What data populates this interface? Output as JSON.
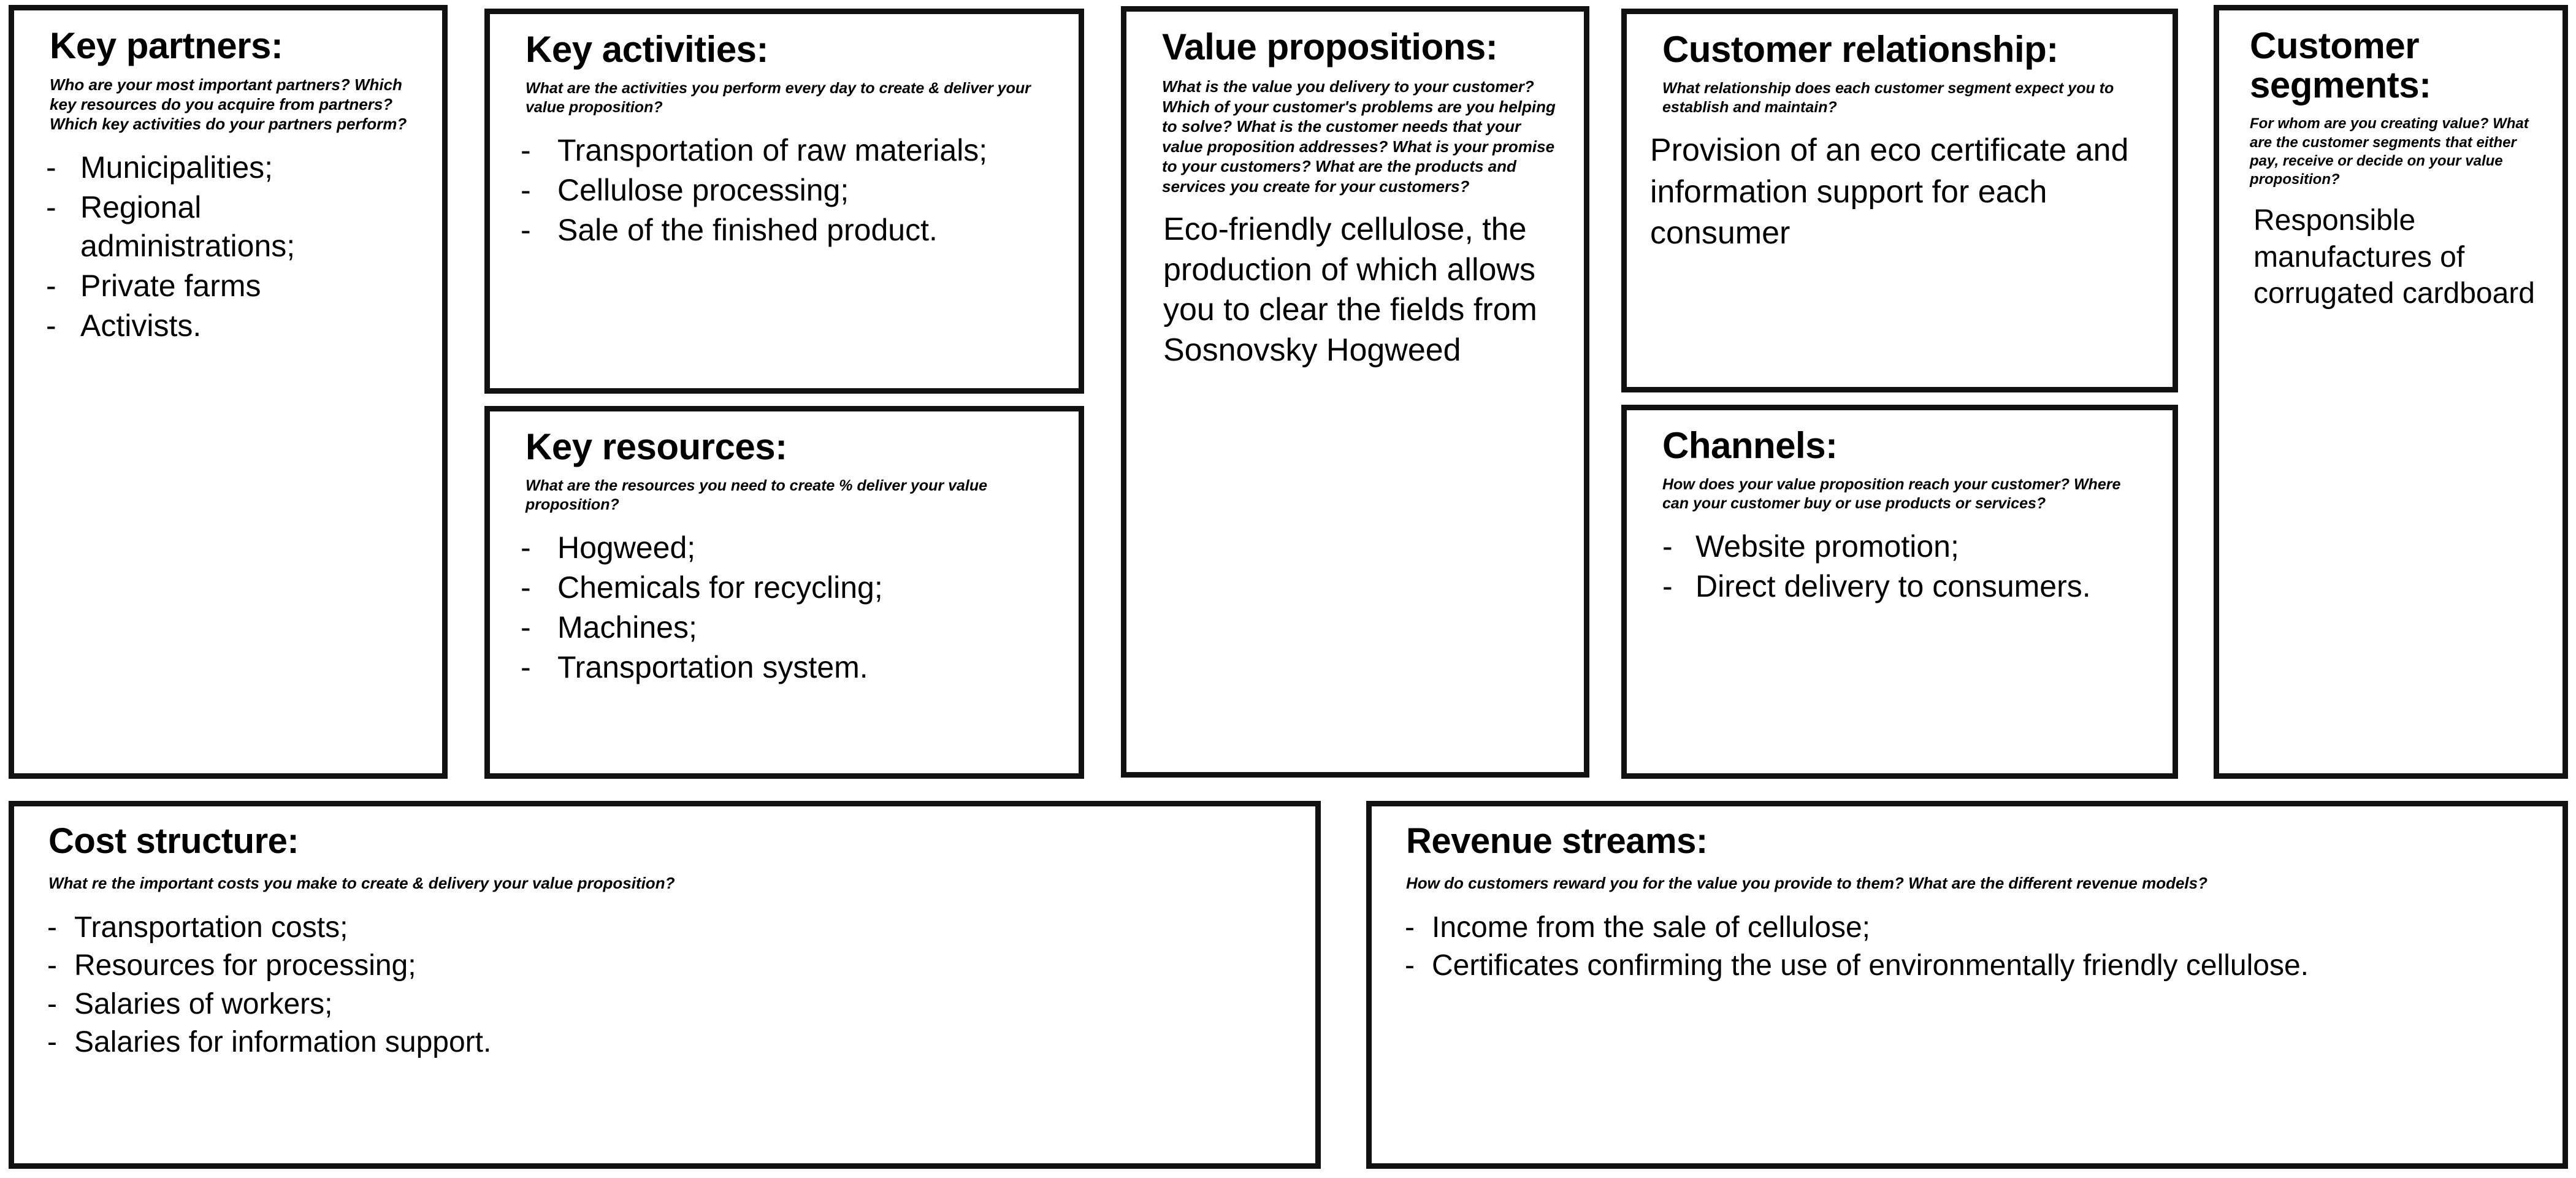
{
  "canvas": {
    "type": "business-model-canvas",
    "border_color": "#111111",
    "background_color": "#ffffff",
    "text_color": "#000000"
  },
  "blocks": {
    "key_partners": {
      "title": "Key partners:",
      "prompt": "Who are your most important partners? Which key resources do you acquire from partners? Which key activities do your partners perform?",
      "bullet_marker": "-",
      "items": [
        "Municipalities;",
        "Regional administrations;",
        "Private farms",
        "Activists."
      ]
    },
    "key_activities": {
      "title": "Key activities:",
      "prompt": "What are the activities you perform every day to create & deliver your value proposition?",
      "bullet_marker": "-",
      "items": [
        "Transportation of raw materials;",
        "Cellulose processing;",
        "Sale of the finished product."
      ]
    },
    "key_resources": {
      "title": "Key resources:",
      "prompt": "What are the resources you need to create % deliver your value proposition?",
      "bullet_marker": "-",
      "items": [
        "Hogweed;",
        "Chemicals for recycling;",
        "Machines;",
        "Transportation system."
      ]
    },
    "value_propositions": {
      "title": "Value propositions:",
      "prompt": "What is the value you delivery to your customer? Which of your customer's problems are you helping to solve? What is the customer needs that your value proposition addresses? What is your promise to your customers? What are the products and services you create for your customers?",
      "body": "Eco-friendly cellulose, the production of which allows you to clear the fields from Sosnovsky Hogweed"
    },
    "customer_relationship": {
      "title": "Customer relationship:",
      "prompt": "What relationship does each customer segment expect you to establish and maintain?",
      "body": "Provision of an eco certificate and information support for each consumer"
    },
    "channels": {
      "title": "Channels:",
      "prompt": "How does your value proposition reach your customer? Where can your customer buy or use products or services?",
      "bullet_marker": "-",
      "items": [
        "Website promotion;",
        "Direct delivery to consumers."
      ]
    },
    "customer_segments": {
      "title": "Customer segments:",
      "prompt": "For whom are you creating value? What are the customer segments that either pay, receive or decide on your value proposition?",
      "body": "Responsible manufactures of corrugated cardboard"
    },
    "cost_structure": {
      "title": "Cost structure:",
      "prompt": "What re the important costs you make to create & delivery your value proposition?",
      "bullet_marker": "-",
      "items": [
        "Transportation costs;",
        "Resources for processing;",
        "Salaries of workers;",
        "Salaries for information support."
      ]
    },
    "revenue_streams": {
      "title": "Revenue streams:",
      "prompt": "How do customers reward you for the value you provide to them? What are the different revenue models?",
      "bullet_marker": "-",
      "items": [
        "Income from the sale of cellulose;",
        "Certificates confirming the use of environmentally friendly cellulose."
      ]
    }
  }
}
